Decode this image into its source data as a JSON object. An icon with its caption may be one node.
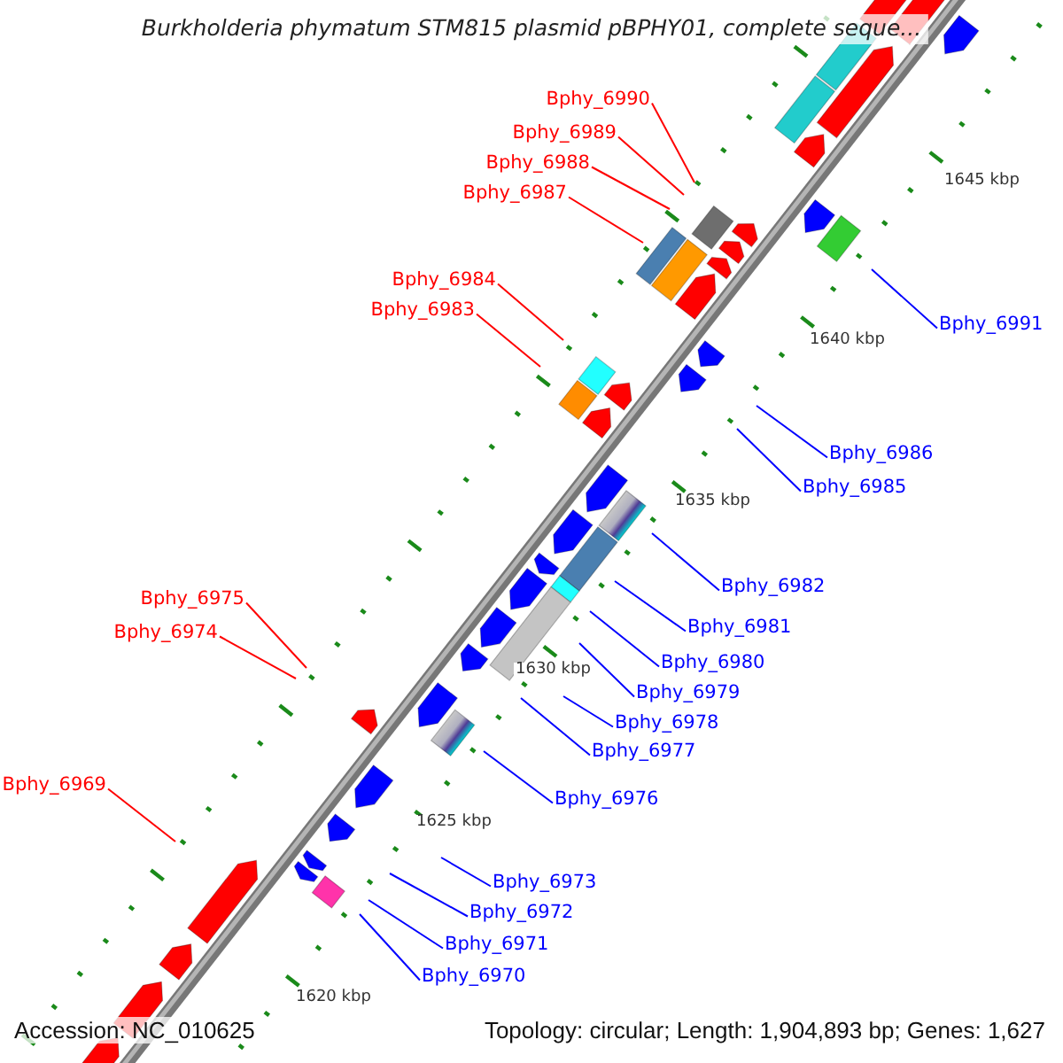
{
  "diagram": {
    "title": "Burkholderia phymatum STM815 plasmid pBPHY01, complete seque...",
    "nodes": [
      {
        "text": [
          "Bphy_6990"
        ]
      },
      {
        "text": [
          "Bphy_6989"
        ]
      },
      {
        "text": [
          "Bphy_6988"
        ]
      },
      {
        "text": [
          "Bphy_6987"
        ]
      },
      {
        "text": [
          "Bphy_6991"
        ]
      },
      {
        "text": [
          "Bphy_6984"
        ]
      },
      {
        "text": [
          "Bphy_6983"
        ]
      },
      {
        "text": [
          "Bphy_6986"
        ]
      },
      {
        "text": [
          "Bphy_6985"
        ]
      },
      {
        "text": [
          "Bphy_6982"
        ]
      },
      {
        "text": [
          "Bphy_6981"
        ]
      },
      {
        "text": [
          "Bphy_6980"
        ]
      },
      {
        "text": [
          "Bphy_6979"
        ]
      },
      {
        "text": [
          "Bphy_6978"
        ]
      },
      {
        "text": [
          "Bphy_6977"
        ]
      },
      {
        "text": [
          "Bphy_6975"
        ]
      },
      {
        "text": [
          "Bphy_6974"
        ]
      },
      {
        "text": [
          "Bphy_6976"
        ]
      },
      {
        "text": [
          "Bphy_6969"
        ]
      },
      {
        "text": [
          "Bphy_6973"
        ]
      },
      {
        "text": [
          "Bphy_6972"
        ]
      },
      {
        "text": [
          "Bphy_6971"
        ]
      },
      {
        "text": [
          "Bphy_6970"
        ]
      }
    ],
    "edges": [
      {
        "from": 0,
        "to": null,
        "arrow": "none",
        "color": "#ff0000"
      },
      {
        "from": 1,
        "to": null,
        "arrow": "none",
        "color": "#ff0000"
      },
      {
        "from": 2,
        "to": null,
        "arrow": "none",
        "color": "#ff0000"
      },
      {
        "from": 3,
        "to": null,
        "arrow": "none",
        "color": "#ff0000"
      },
      {
        "from": 4,
        "to": null,
        "arrow": "none",
        "color": "#0000ff"
      },
      {
        "from": 5,
        "to": null,
        "arrow": "none",
        "color": "#ff0000"
      },
      {
        "from": 6,
        "to": null,
        "arrow": "none",
        "color": "#ff0000"
      },
      {
        "from": 7,
        "to": null,
        "arrow": "none",
        "color": "#0000ff"
      },
      {
        "from": 8,
        "to": null,
        "arrow": "none",
        "color": "#0000ff"
      },
      {
        "from": 9,
        "to": null,
        "arrow": "none",
        "color": "#0000ff"
      },
      {
        "from": 10,
        "to": null,
        "arrow": "none",
        "color": "#0000ff"
      },
      {
        "from": 11,
        "to": null,
        "arrow": "none",
        "color": "#0000ff"
      },
      {
        "from": 12,
        "to": null,
        "arrow": "none",
        "color": "#0000ff"
      },
      {
        "from": 13,
        "to": null,
        "arrow": "none",
        "color": "#0000ff"
      },
      {
        "from": 14,
        "to": null,
        "arrow": "none",
        "color": "#0000ff"
      },
      {
        "from": 15,
        "to": null,
        "arrow": "none",
        "color": "#ff0000"
      },
      {
        "from": 16,
        "to": null,
        "arrow": "none",
        "color": "#ff0000"
      },
      {
        "from": 17,
        "to": null,
        "arrow": "none",
        "color": "#0000ff"
      },
      {
        "from": 18,
        "to": null,
        "arrow": "none",
        "color": "#ff0000"
      },
      {
        "from": 19,
        "to": null,
        "arrow": "none",
        "color": "#0000ff"
      },
      {
        "from": 20,
        "to": null,
        "arrow": "none",
        "color": "#0000ff"
      },
      {
        "from": 21,
        "to": null,
        "arrow": "none",
        "color": "#0000ff"
      },
      {
        "from": 22,
        "to": null,
        "arrow": "none",
        "color": "#0000ff"
      }
    ],
    "labels": [
      "1645 kbp",
      "1640 kbp",
      "1635 kbp",
      "1630 kbp",
      "1625 kbp",
      "1620 kbp",
      "Accession: NC_010625",
      "Topology: circular; Length: 1,904,893 bp; Genes: 1,627"
    ]
  }
}
